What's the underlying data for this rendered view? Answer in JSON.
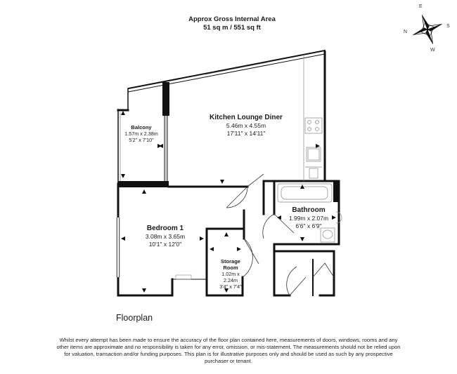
{
  "area": {
    "title": "Approx Gross Internal Area",
    "value": "51 sq m / 551 sq ft"
  },
  "rooms": {
    "kitchen": {
      "name": "Kitchen Lounge Diner",
      "metric": "5.46m x 4.55m",
      "imperial": "17'11\" x 14'11\""
    },
    "balcony": {
      "name": "Balcony",
      "metric": "1.57m x 2.38m",
      "imperial": "5'2\" x 7'10\""
    },
    "bedroom": {
      "name": "Bedroom 1",
      "metric": "3.08m x 3.65m",
      "imperial": "10'1\" x 12'0\""
    },
    "bathroom": {
      "name": "Bathroom",
      "metric": "1.99m x 2.07m",
      "imperial": "6'6\" x 6'9\""
    },
    "storage": {
      "name": "Storage Room",
      "metric": "1.02m x 2.24m",
      "imperial": "3'4\" x 7'4\""
    }
  },
  "compass": {
    "n": "N",
    "e": "E",
    "s": "S",
    "w": "W"
  },
  "caption": "Floorplan",
  "disclaimer": "Whilst every attempt has been made to ensure the accuracy of the floor plan contained here, measurements of doors, windows, rooms and any other items are approximate and no responsibility is taken for any error, omission, or mis-statement. The measurements should not be relied upon for valuation, transaction and/or funding purposes. This plan is for illustrative purposes only and should be used as such by any prospective purchaser or tenant.",
  "colors": {
    "wall": "#111111",
    "line": "#555555",
    "fixture": "#888888"
  }
}
